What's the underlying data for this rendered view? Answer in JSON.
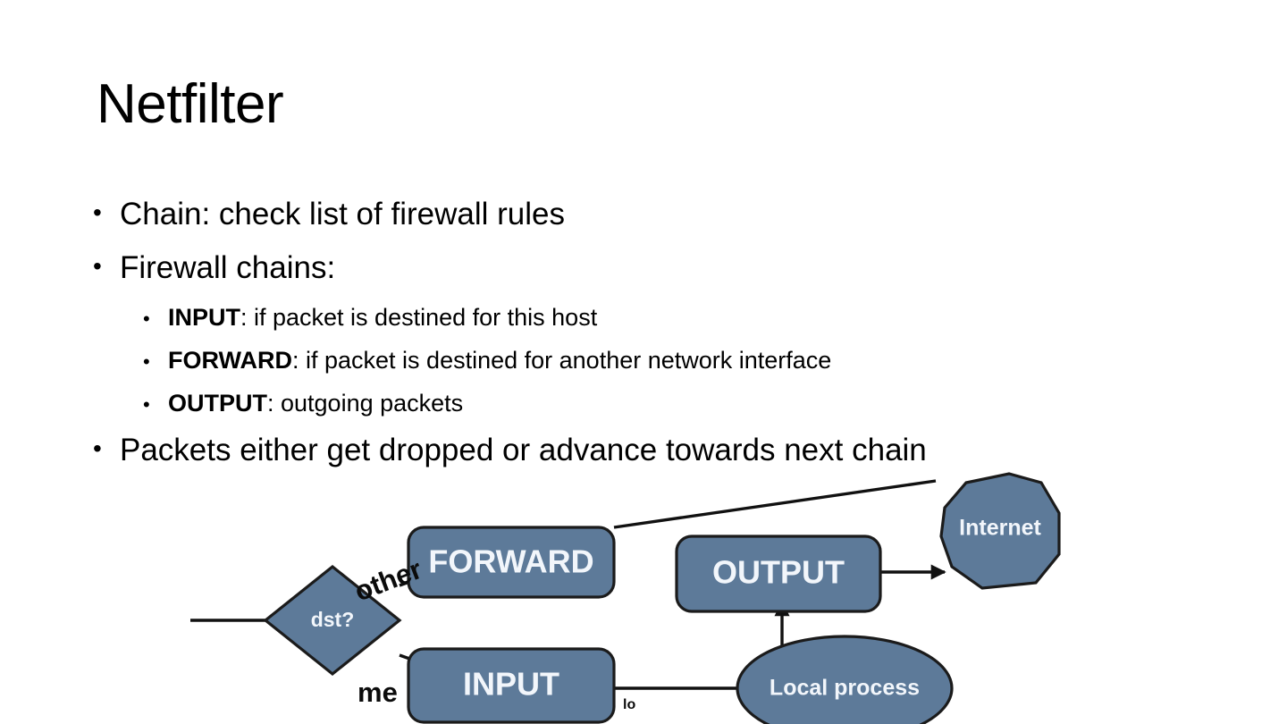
{
  "slide": {
    "title": "Netfilter",
    "bullets": [
      {
        "text": "Chain: check list of firewall rules",
        "marker": "•"
      },
      {
        "text": "Firewall chains:",
        "marker": "•",
        "sub_bullets": [
          {
            "marker": "•",
            "keyword": "INPUT",
            "rest": ": if packet is destined for this host"
          },
          {
            "marker": "•",
            "keyword": "FORWARD",
            "rest": ": if packet is destined for another network interface"
          },
          {
            "marker": "•",
            "keyword": "OUTPUT",
            "rest": ": outgoing packets"
          }
        ]
      },
      {
        "text": "Packets either get dropped or advance towards next chain",
        "marker": "•"
      }
    ]
  },
  "diagram": {
    "nodes": {
      "decision": "dst?",
      "forward": "FORWARD",
      "input": "INPUT",
      "output": "OUTPUT",
      "local_process": "Local process",
      "internet": "Internet"
    },
    "edge_labels": {
      "other": "other",
      "me": "me",
      "loopback": "lo"
    },
    "colors": {
      "node_fill": "#5d7a99",
      "node_stroke": "#1b1b1b",
      "node_text": "#f2f6fb",
      "edge": "#111111"
    }
  }
}
